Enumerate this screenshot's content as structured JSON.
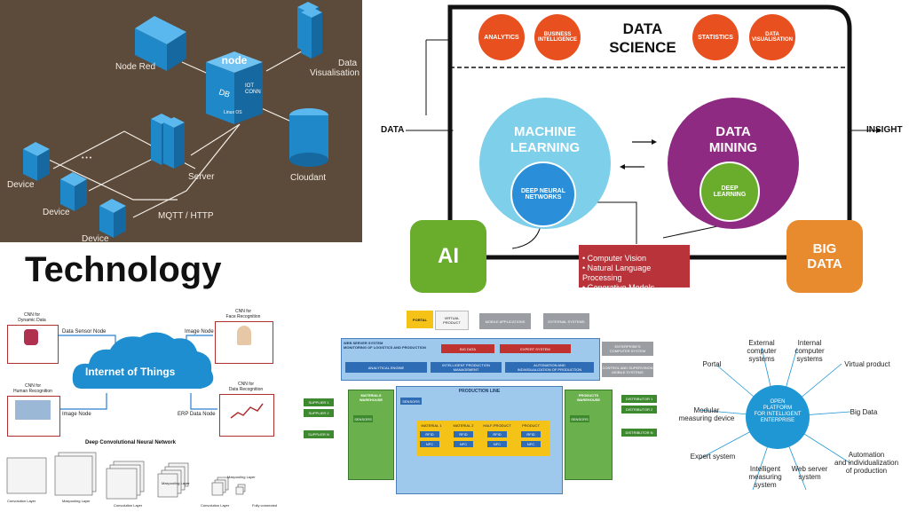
{
  "heading": "Technology",
  "iot_architecture": {
    "node_red": "Node Red",
    "data_visualisation": [
      "Data",
      "Visualisation"
    ],
    "server": "Server",
    "cloudant": "Cloudant",
    "mqtt": "MQTT / HTTP",
    "devices": [
      "Device",
      "Device",
      "Device"
    ],
    "ellipsis": "• • •",
    "hub": {
      "logo": "node",
      "db": "DB",
      "iot": [
        "IOT",
        "CONN"
      ],
      "os": "Linux OS"
    },
    "colors": {
      "background": "#5c4a3a",
      "cube": "#1e88c9"
    }
  },
  "data_science": {
    "title": [
      "DATA",
      "SCIENCE"
    ],
    "top_circles": [
      {
        "label": [
          "ANALYTICS"
        ],
        "color": "#e8501f"
      },
      {
        "label": [
          "BUSINESS",
          "INTELLIGENCE"
        ],
        "color": "#e8501f"
      },
      {
        "label": [
          "STATISTICS"
        ],
        "color": "#e8501f"
      },
      {
        "label": [
          "DATA",
          "VISUALISATION"
        ],
        "color": "#e8501f"
      }
    ],
    "input": "DATA",
    "output": "INSIGHT",
    "machine_learning": {
      "label": [
        "MACHINE",
        "LEARNING"
      ],
      "inner": [
        "DEEP NEURAL",
        "NETWORKS"
      ],
      "color": "#7dcfea",
      "inner_color": "#2a8fd8"
    },
    "data_mining": {
      "label": [
        "DATA",
        "MINING"
      ],
      "inner": [
        "DEEP",
        "LEARNING"
      ],
      "color": "#8e2a82",
      "inner_color": "#6aad2c"
    },
    "ai": {
      "label": "AI",
      "color": "#6aad2c"
    },
    "big_data": {
      "label": [
        "BIG",
        "DATA"
      ],
      "color": "#e88a2e"
    },
    "applications": [
      "• Computer Vision",
      "• Natural Language Processing",
      "• Generative Models"
    ],
    "applications_color": "#b8343a"
  },
  "iot_cnn": {
    "cloud": "Internet of Things",
    "nodes": [
      {
        "caption": [
          "CNN for",
          "Dynamic Data"
        ],
        "link": "Data Sensor Node"
      },
      {
        "caption": [
          "CNN for",
          "Face Recognition"
        ],
        "link": "Image Node"
      },
      {
        "caption": [
          "CNN for",
          "Human Recognition"
        ],
        "link": "Image Node"
      },
      {
        "caption": [
          "CNN for",
          "Data Recognition"
        ],
        "link": "ERP Data Node"
      }
    ],
    "dcnn_title": "Deep Convolutional Neural Network",
    "layers": [
      "Convolution Layer",
      "Maxpooling Layer",
      "Convolution Layer",
      "Maxpooling Layer",
      "Convolution Layer",
      "Maxpooling Layer",
      "Fully connected"
    ]
  },
  "smart_factory": {
    "portal": "PORTAL",
    "top_boxes": [
      "VIRTUAL PRODUCT",
      "MOBILE APPLICATIONS",
      "EXTERNAL SYSTEMS"
    ],
    "web_server": [
      "WEB SERVER SYSTEM",
      "MONITORING OF LOGISTICS AND PRODUCTION"
    ],
    "big_data": "BIG DATA",
    "expert_system": "EXPERT SYSTEM",
    "enterprise": [
      "ENTERPRISE'S",
      "COMPUTER SYSTEM"
    ],
    "analytical_engine": "ANALYTICAL ENGINE",
    "intelligent_production": [
      "INTELLIGENT PRODUCTION",
      "MANAGEMENT"
    ],
    "automation": [
      "AUTOMATION AND",
      "INDIVIDUALIZATION OF PRODUCTION"
    ],
    "control": [
      "CONTROL AND SUPERVISION",
      "MOBILE SYSTEMS"
    ],
    "production_line": "PRODUCTION LINE",
    "materials_warehouse": [
      "MATERIALS",
      "WAREHOUSE"
    ],
    "products_warehouse": [
      "PRODUCTS",
      "WAREHOUSE"
    ],
    "suppliers": [
      "SUPPLIER 1",
      "SUPPLIER 2",
      "SUPPLIER N"
    ],
    "distributors": [
      "DISTRIBUTOR 1",
      "DISTRIBUTOR 2",
      "DISTRIBUTOR N"
    ],
    "sensors": "SENSORS",
    "materials": [
      "MATERIAL 1",
      "MATERIAL 2",
      "HALF-PRODUCT",
      "PRODUCT"
    ],
    "rfid": "RFID",
    "nfc": "NFC"
  },
  "open_platform": {
    "center": [
      "OPEN",
      "PLATFORM",
      "FOR INTELLIGENT",
      "ENTERPRISE"
    ],
    "center_color": "#1f97d4",
    "spokes": [
      [
        "External",
        "computer",
        "systems"
      ],
      [
        "Internal",
        "computer",
        "systems"
      ],
      [
        "Virtual product"
      ],
      [
        "Big Data"
      ],
      [
        "Automation",
        "and individualization",
        "of production"
      ],
      [
        "Web server",
        "system"
      ],
      [
        "Intelligent",
        "measuring",
        "system"
      ],
      [
        "Expert system"
      ],
      [
        "Modular",
        "measuring device"
      ],
      [
        "Portal"
      ]
    ]
  }
}
